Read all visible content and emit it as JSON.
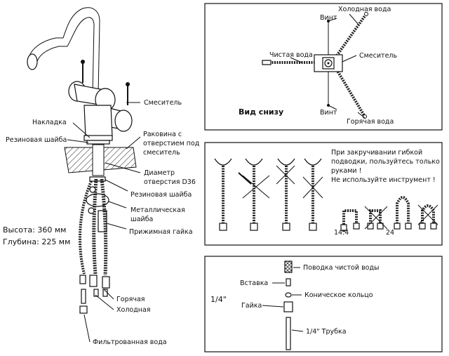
{
  "faucet": {
    "label_mixer": "Смеситель",
    "label_escutcheon": "Накладка",
    "label_rubber_washer_top": "Резиновая шайба",
    "label_sink_line1": "Раковина с",
    "label_sink_line2": "отверстием под",
    "label_sink_line3": "смеситель",
    "label_diameter_line1": "Диаметр",
    "label_diameter_line2": "отверстия D36",
    "label_rubber_washer_bottom": "Резиновая шайба",
    "label_metal_washer_line1": "Металлическая",
    "label_metal_washer_line2": "шайба",
    "label_clamp_nut": "Прижимная гайка",
    "label_height": "Высота: 360 мм",
    "label_depth": "Глубина: 225 мм",
    "label_hot": "Горячая",
    "label_cold": "Холодная",
    "label_filtered": "Фильтрованная вода"
  },
  "bottom_view": {
    "title": "Вид снизу",
    "label_cold": "Холодная вода",
    "label_screw_top": "Винт",
    "label_clean_water": "Чиcтая вода",
    "label_mixer": "Смеситель",
    "label_screw_bottom": "Винт",
    "label_hot": "Горячая вода"
  },
  "tightening": {
    "note_line1": "При закручивании гибкой",
    "note_line2": "подводки, пользуйтесь только",
    "note_line3": "руками !",
    "note_line4": "Не используйте инструмент !",
    "dim_a": "14.4",
    "dim_b": "24"
  },
  "tube_connection": {
    "label_clean_hose": "Поводка чистой воды",
    "label_insert": "Вставка",
    "label_cone_ring": "Коническое кольцо",
    "label_nut": "Гайка",
    "label_size": "1/4\"",
    "label_tube": "1/4\" Трубка"
  }
}
